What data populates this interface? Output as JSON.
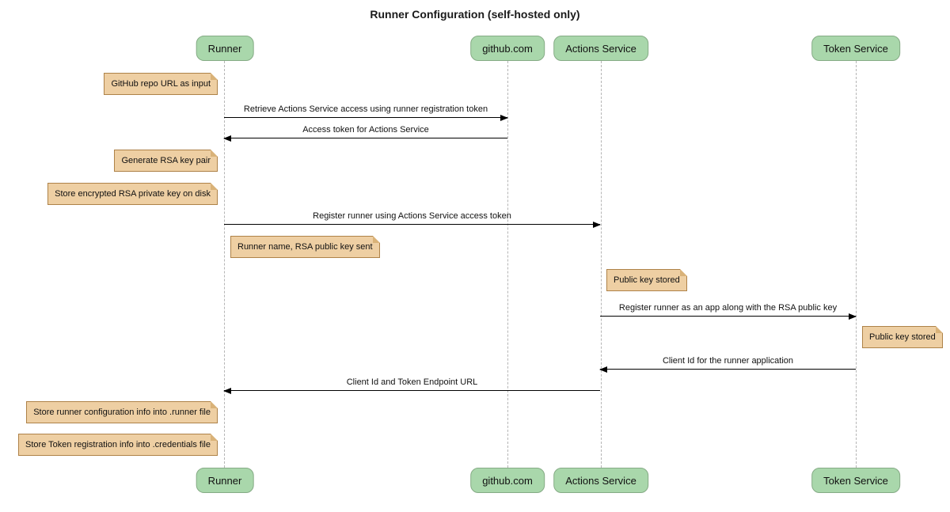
{
  "title": "Runner Configuration (self-hosted only)",
  "colors": {
    "participant_fill": "#a9d7ab",
    "participant_border": "#85ab85",
    "note_fill": "#eecfa3",
    "note_border": "#ae8248",
    "lifeline": "#b5b5b5",
    "arrow": "#000000",
    "background": "#ffffff"
  },
  "participants": [
    {
      "label": "Runner"
    },
    {
      "label": "github.com"
    },
    {
      "label": "Actions Service"
    },
    {
      "label": "Token Service"
    }
  ],
  "messages": [
    {
      "label": "Retrieve Actions Service access using runner registration token",
      "from": "Runner",
      "to": "github.com"
    },
    {
      "label": "Access token for Actions Service",
      "from": "github.com",
      "to": "Runner"
    },
    {
      "label": "Register runner using Actions Service access token",
      "from": "Runner",
      "to": "Actions Service"
    },
    {
      "label": "Register runner as an app along with the RSA public key",
      "from": "Actions Service",
      "to": "Token Service"
    },
    {
      "label": "Client Id for the runner application",
      "from": "Token Service",
      "to": "Actions Service"
    },
    {
      "label": "Client Id and Token Endpoint URL",
      "from": "Actions Service",
      "to": "Runner"
    }
  ],
  "notes": [
    {
      "label": "GitHub repo URL as input",
      "anchor": "left of Runner"
    },
    {
      "label": "Generate RSA key pair",
      "anchor": "left of Runner"
    },
    {
      "label": "Store encrypted RSA private key on disk",
      "anchor": "left of Runner"
    },
    {
      "label": "Runner name, RSA public key sent",
      "anchor": "right of Runner"
    },
    {
      "label": "Public key stored",
      "anchor": "right of Actions Service"
    },
    {
      "label": "Public key stored",
      "anchor": "right of Token Service"
    },
    {
      "label": "Store runner configuration info into .runner file",
      "anchor": "left of Runner"
    },
    {
      "label": "Store Token registration info into .credentials file",
      "anchor": "left of Runner"
    }
  ]
}
